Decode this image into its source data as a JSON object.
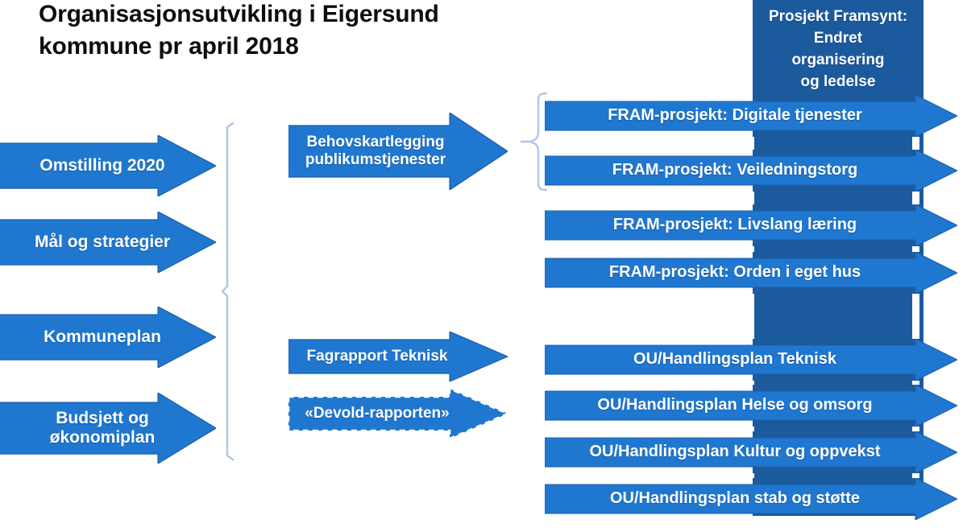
{
  "title": {
    "line1": "Organisasjonsutvikling i Eigersund",
    "line2": "kommune  pr april 2018"
  },
  "colors": {
    "arrow_blue": "#1F77D0",
    "arrow_blue_dark": "#1C5A9E",
    "panel_dark_blue": "#1C5A9E",
    "bracket_blue": "#AFC6E9",
    "title_black": "#0D0D0D",
    "label_white": "#FFFFFF"
  },
  "left_column": {
    "bracket": "vertical-bracket",
    "arrows": [
      {
        "label": "Omstilling 2020"
      },
      {
        "label": "Mål og strategier"
      },
      {
        "label": "Kommuneplan"
      },
      {
        "label": "Budsjett og\nøkonomiplan",
        "line1": "Budsjett og",
        "line2": "økonomiplan"
      }
    ]
  },
  "middle_column": {
    "brace": "curly-brace-right",
    "arrows": [
      {
        "label": "Behovskartlegging\npublikumstjenester",
        "line1": "Behovskartlegging",
        "line2": "publikumstjenester",
        "style": "solid"
      },
      {
        "label": "Fagrapport Teknisk",
        "style": "solid"
      },
      {
        "label": "«Devold-rapporten»",
        "style": "dashed"
      }
    ]
  },
  "right_column": {
    "panel": {
      "line1": "Prosjekt Framsynt:",
      "line2": "Endret",
      "line3": "organisering",
      "line4": "og ledelse"
    },
    "fram_arrows": [
      {
        "label": "FRAM-prosjekt: Digitale tjenester"
      },
      {
        "label": "FRAM-prosjekt: Veiledningstorg"
      },
      {
        "label": "FRAM-prosjekt: Livslang læring"
      },
      {
        "label": "FRAM-prosjekt: Orden i eget hus"
      }
    ],
    "ou_arrows": [
      {
        "label": "OU/Handlingsplan Teknisk"
      },
      {
        "label": "OU/Handlingsplan Helse og omsorg"
      },
      {
        "label": "OU/Handlingsplan Kultur og oppvekst"
      },
      {
        "label": "OU/Handlingsplan stab og støtte"
      }
    ]
  }
}
